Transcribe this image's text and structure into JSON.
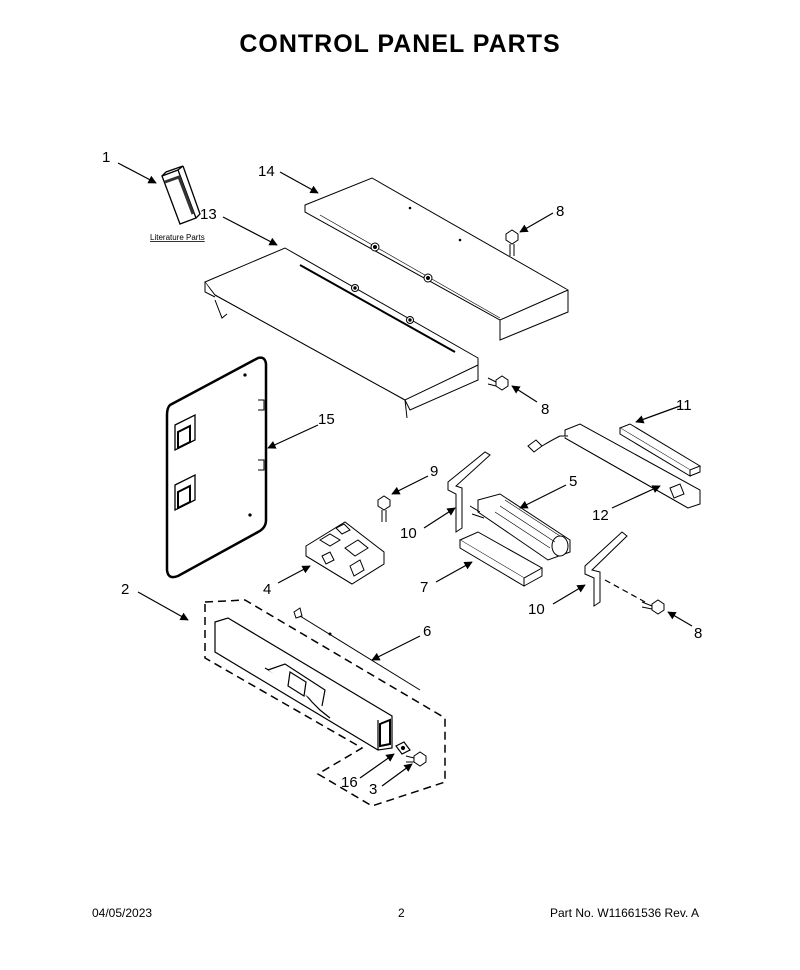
{
  "page_title": "CONTROL PANEL PARTS",
  "literature_label": "Literature Parts",
  "callouts": {
    "c1": "1",
    "c2": "2",
    "c3": "3",
    "c4": "4",
    "c5": "5",
    "c6": "6",
    "c7": "7",
    "c8a": "8",
    "c8b": "8",
    "c8c": "8",
    "c9": "9",
    "c10a": "10",
    "c10b": "10",
    "c11": "11",
    "c12": "12",
    "c13": "13",
    "c14": "14",
    "c15": "15",
    "c16": "16"
  },
  "footer": {
    "date": "04/05/2023",
    "page": "2",
    "part": "Part No.  W11661536  Rev.  A"
  }
}
